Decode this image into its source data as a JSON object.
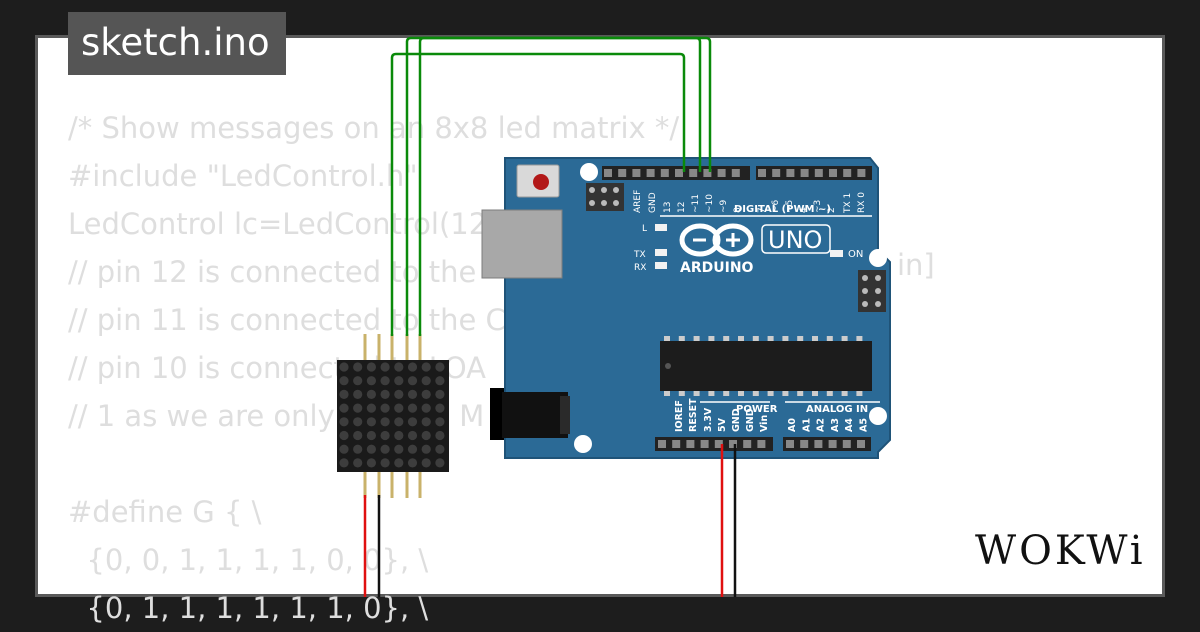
{
  "title": "sketch.ino",
  "code_lines": [
    "/* Show messages on an 8x8 led matrix */",
    "#include \"LedControl.h\"",
    "LedControl lc=LedControl(12",
    "// pin 12 is connected to the",
    "// pin 11 is connected to the C",
    "// pin 10 is connected to LOA",
    "// 1 as we are only using 1 M",
    "",
    "#define G { \\",
    "  {0, 0, 1, 1, 1, 1, 0, 0}, \\",
    "  {0, 1, 1, 1, 1, 1, 1, 0}, \\"
  ],
  "code_fragment_right": "in]",
  "board": {
    "brand": "ARDUINO",
    "model": "UNO",
    "digital_label": "DIGITAL (PWM ~)",
    "power_label": "POWER",
    "analog_label": "ANALOG IN",
    "on_label": "ON",
    "l_label": "L",
    "tx_label": "TX",
    "rx_label": "RX",
    "digital_pins": [
      "AREF",
      "GND",
      "13",
      "12",
      "~11",
      "~10",
      "~9",
      "8",
      "7",
      "~6",
      "~5",
      "4",
      "~3",
      "2",
      "TX 1",
      "RX 0"
    ],
    "power_pins": [
      "IOREF",
      "RESET",
      "3.3V",
      "5V",
      "GND",
      "GND",
      "Vin"
    ],
    "analog_pins": [
      "A0",
      "A1",
      "A2",
      "A3",
      "A4",
      "A5"
    ]
  },
  "logo": "WOKWi",
  "colors": {
    "board": "#2b6a96",
    "wire_green": "#0a8a0a",
    "wire_red": "#e01010",
    "wire_black": "#111111"
  }
}
